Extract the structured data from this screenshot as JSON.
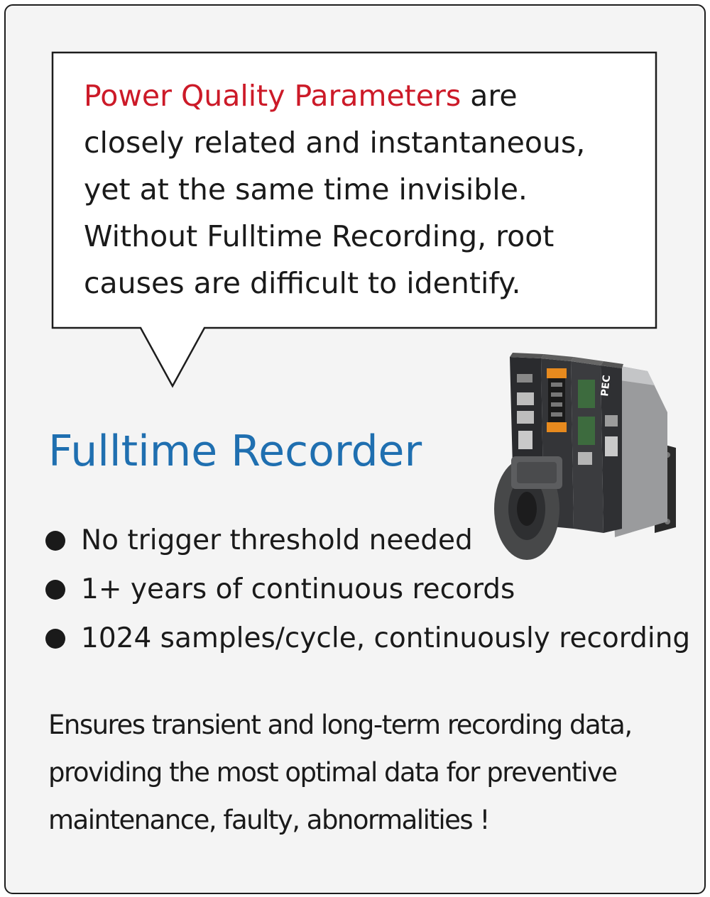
{
  "bubble": {
    "highlight": "Power Quality Parameters",
    "lines": [
      " are",
      "closely related and instantaneous,",
      "yet at the same time invisible.",
      "Without Fulltime Recording, root",
      "causes are difficult to identify."
    ]
  },
  "product": {
    "title": "Fulltime Recorder",
    "brand_mark": "PEC",
    "features": [
      "No trigger threshold needed",
      "1+ years of continuous records",
      "1024 samples/cycle, continuously recording"
    ]
  },
  "summary": {
    "lines": [
      "Ensures transient and long-term recording data,",
      "providing the most optimal data for preventive",
      "maintenance, faulty, abnormalities !"
    ]
  },
  "colors": {
    "highlight": "#cc1a28",
    "title": "#1f6fb0",
    "text": "#1a1a1a",
    "card_background": "#f4f4f4"
  }
}
